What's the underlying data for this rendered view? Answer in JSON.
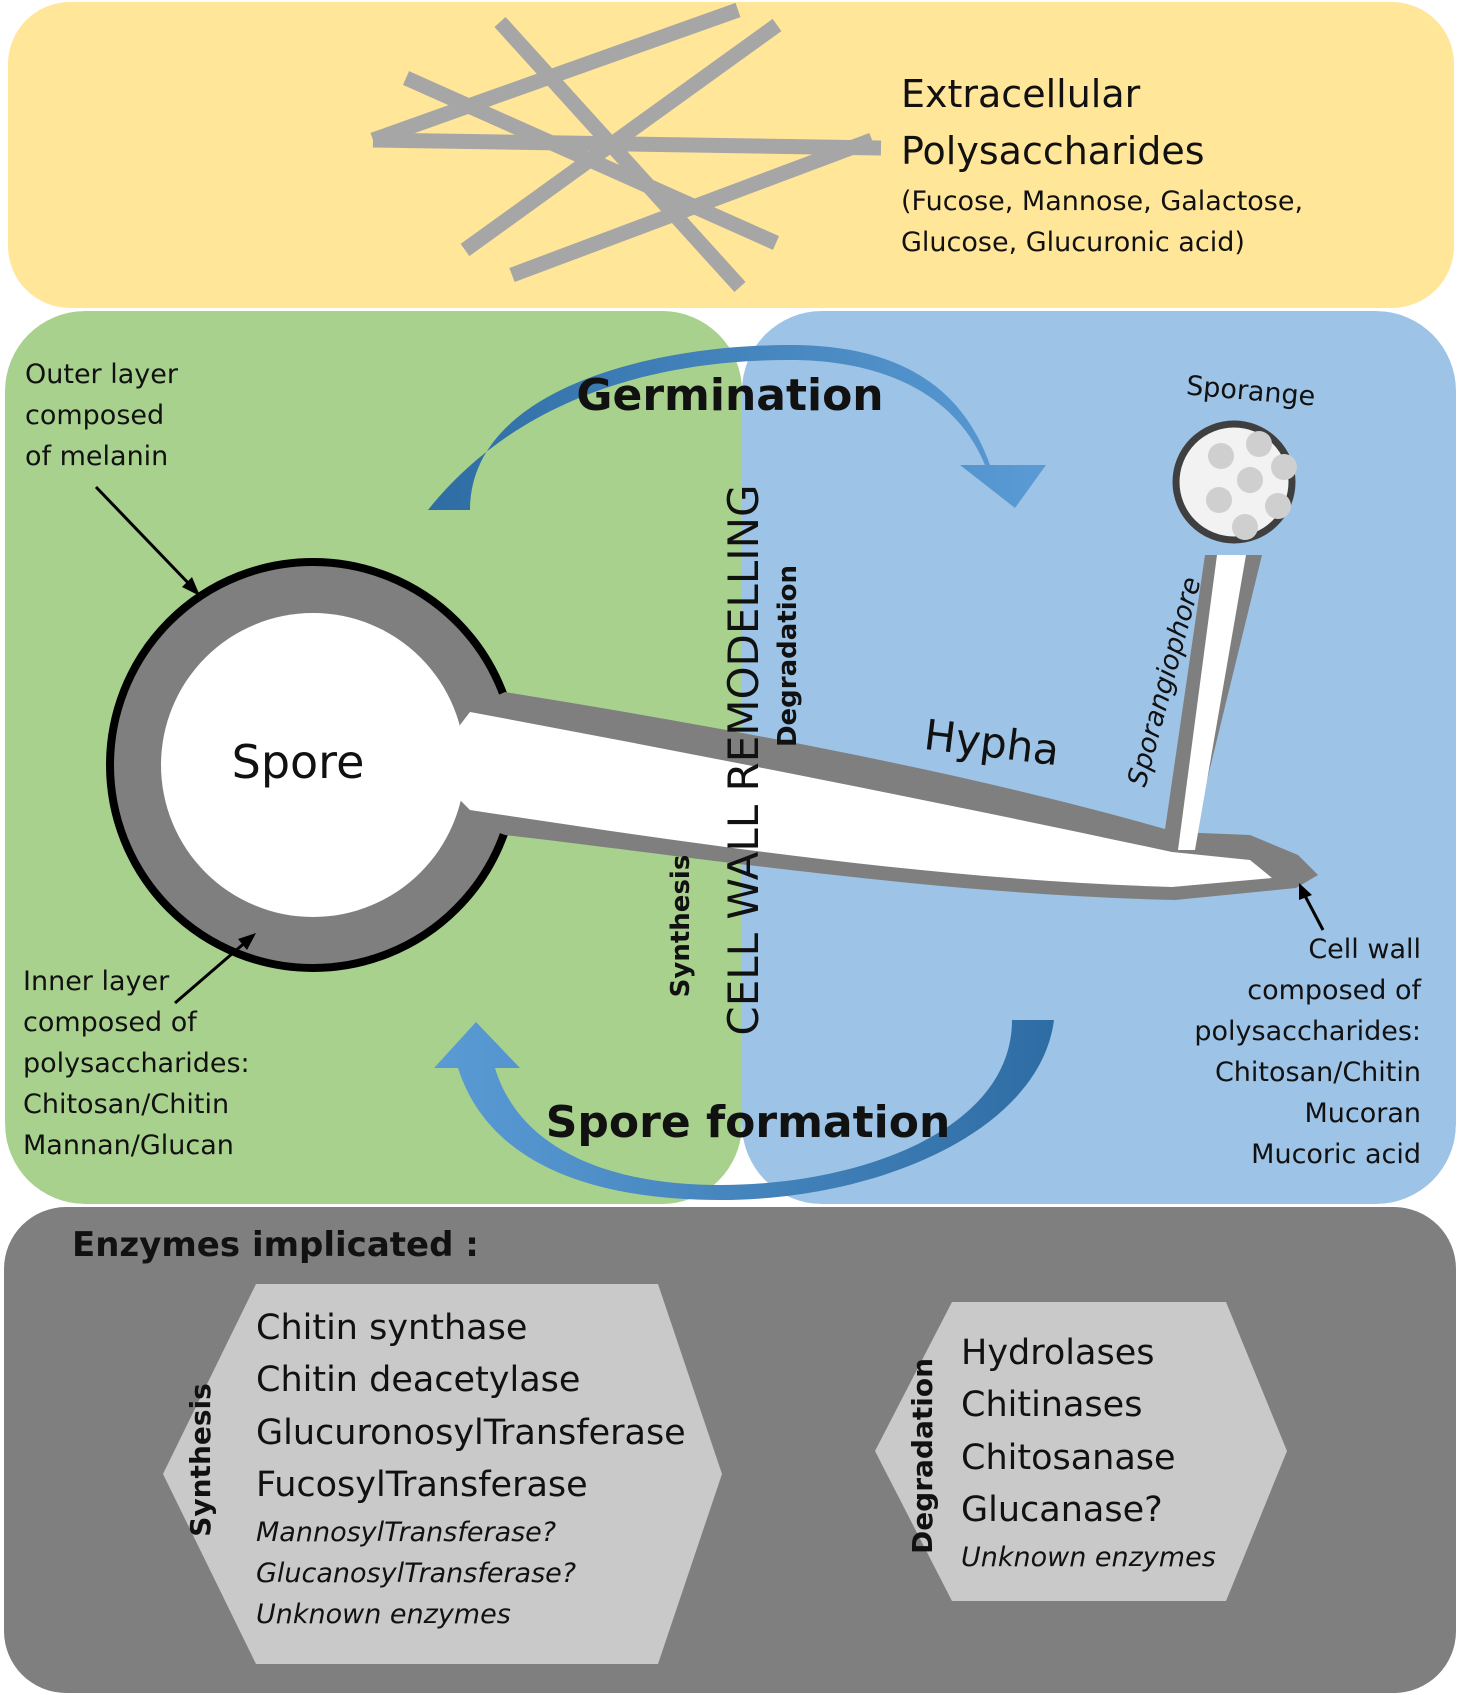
{
  "extracellular": {
    "title_line1": "Extracellular",
    "title_line2": "Polysaccharides",
    "detail_line1": "(Fucose, Mannose, Galactose,",
    "detail_line2": "Glucose, Glucuronic acid)"
  },
  "cycle": {
    "germination": "Germination",
    "spore_formation": "Spore formation",
    "cell_wall_remodelling": "CELL WALL REMODELLING",
    "synthesis": "Synthesis",
    "degradation": "Degradation"
  },
  "spore": {
    "label": "Spore",
    "outer_layer": [
      "Outer layer",
      "composed",
      "of melanin"
    ],
    "inner_layer": [
      "Inner layer",
      "composed of",
      "polysaccharides:",
      "Chitosan/Chitin",
      "Mannan/Glucan"
    ]
  },
  "hypha": {
    "label": "Hypha",
    "sporange": "Sporange",
    "sporangiophore": "Sporangiophore",
    "cell_wall": [
      "Cell wall",
      "composed of",
      "polysaccharides:",
      "Chitosan/Chitin",
      "Mucoran",
      "Mucoric acid"
    ]
  },
  "enzymes": {
    "title": "Enzymes implicated :",
    "synthesis_label": "Synthesis",
    "synthesis_list": [
      "Chitin synthase",
      "Chitin deacetylase",
      "GlucuronosylTransferase",
      "FucosylTransferase"
    ],
    "synthesis_uncertain": [
      "MannosylTransferase?",
      "GlucanosylTransferase?",
      "Unknown enzymes"
    ],
    "degradation_label": "Degradation",
    "degradation_list": [
      "Hydrolases",
      "Chitinases",
      "Chitosanase",
      "Glucanase?"
    ],
    "degradation_uncertain": [
      "Unknown enzymes"
    ]
  },
  "colors": {
    "extracellular_bg": "#FFE699",
    "spore_zone_bg": "#A9D18E",
    "hypha_zone_bg": "#9DC3E6",
    "enzyme_panel_bg": "#7F7F7F",
    "hexagon_fill": "#C9C9C9",
    "arrow_dark": "#2E75B6",
    "arrow_light": "#5B9BD5",
    "wall_gray": "#7F7F7F"
  }
}
